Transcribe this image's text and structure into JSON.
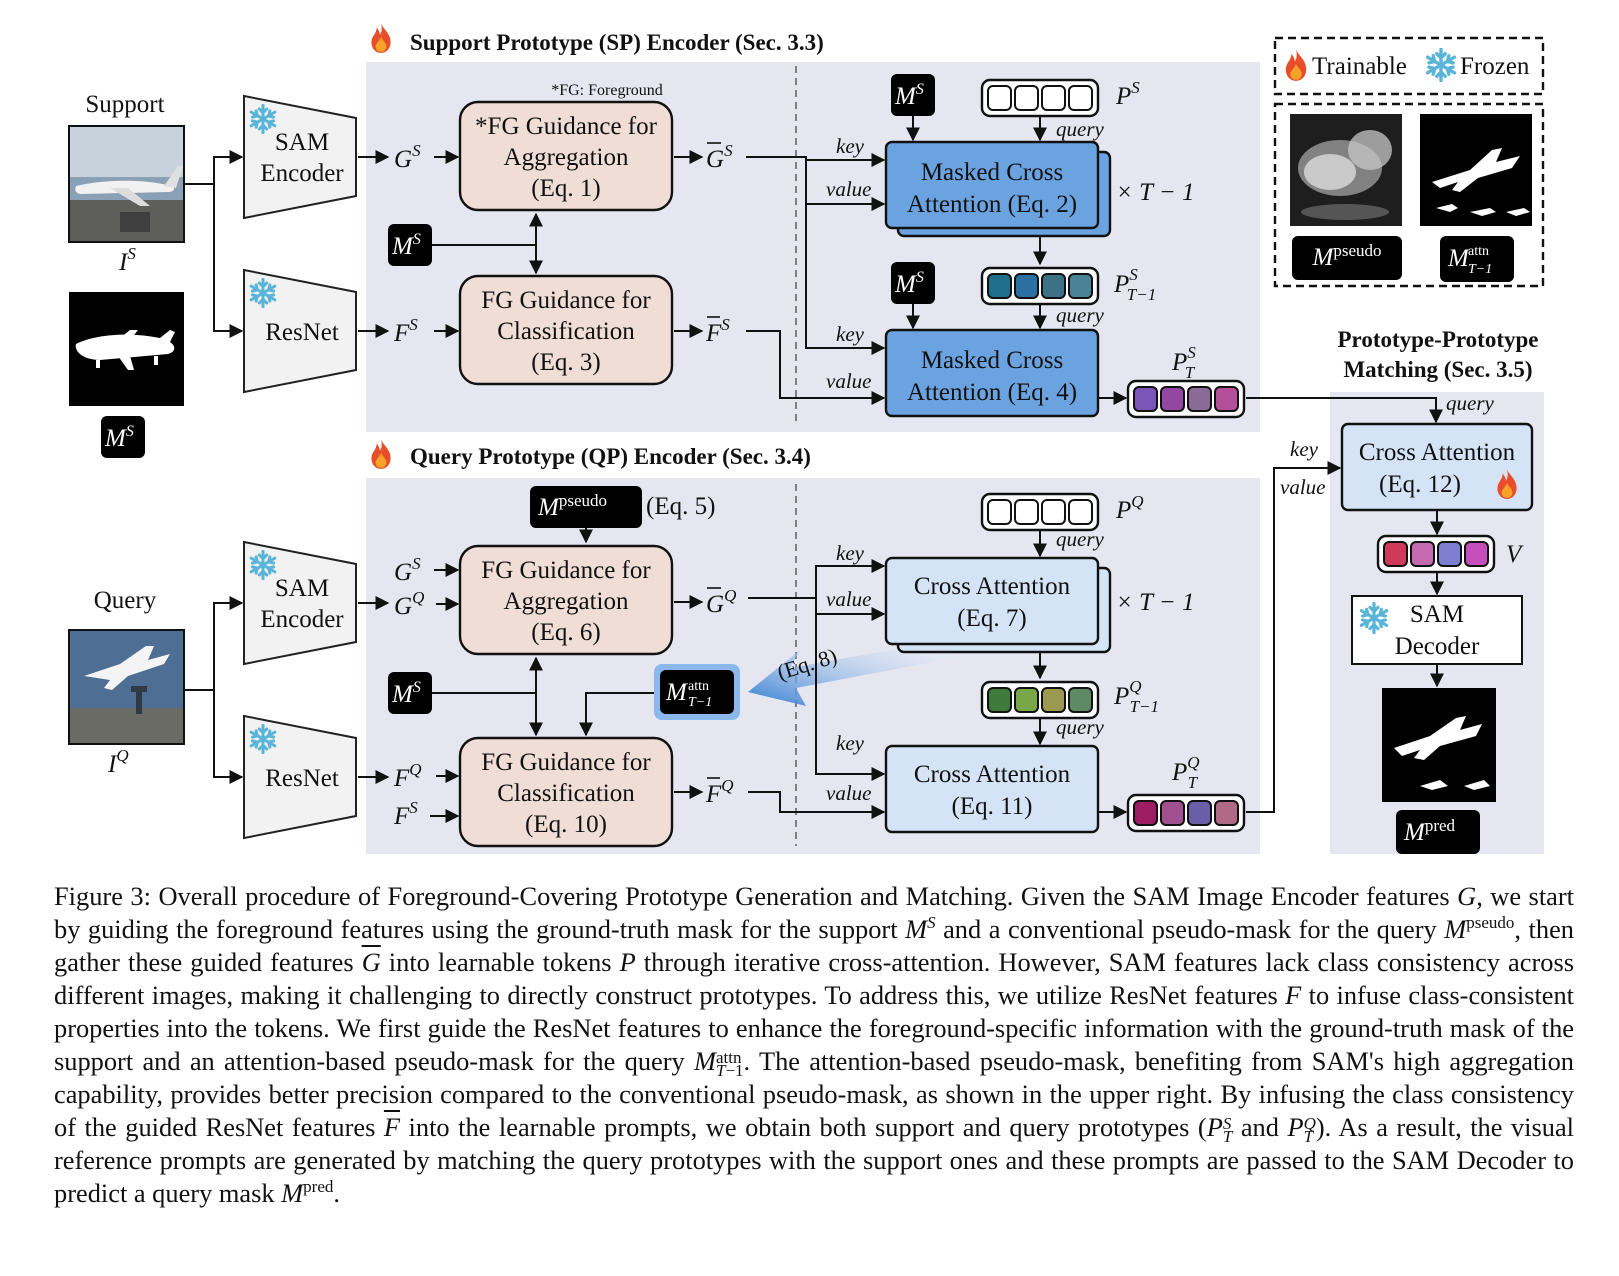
{
  "sp_encoder": {
    "title": "Support Prototype (SP) Encoder (Sec. 3.3)"
  },
  "qp_encoder": {
    "title": "Query Prototype (QP) Encoder (Sec. 3.4)"
  },
  "matching": {
    "title_line1": "Prototype-Prototype",
    "title_line2": "Matching (Sec. 3.5)"
  },
  "legend": {
    "trainable": "Trainable",
    "frozen": "Frozen"
  },
  "footnote": "*FG: Foreground",
  "labels": {
    "support": "Support",
    "query": "Query",
    "sam_encoder_1": "SAM",
    "sam_encoder_2": "Encoder",
    "resnet": "ResNet",
    "sam_decoder_1": "SAM",
    "sam_decoder_2": "Decoder",
    "key": "key",
    "value": "value",
    "query_arrow": "query",
    "times_t_minus_1": "× T − 1",
    "eq5": "(Eq. 5)",
    "eq8": "(Eq. 8)"
  },
  "boxes": {
    "fg_agg_s": [
      "*FG Guidance for",
      "Aggregation",
      "(Eq. 1)"
    ],
    "fg_cls_s": [
      "FG Guidance for",
      "Classification",
      "(Eq. 3)"
    ],
    "mca_2": [
      "Masked Cross",
      "Attention (Eq. 2)"
    ],
    "mca_4": [
      "Masked Cross",
      "Attention (Eq. 4)"
    ],
    "fg_agg_q": [
      "FG Guidance for",
      "Aggregation",
      "(Eq. 6)"
    ],
    "fg_cls_q": [
      "FG Guidance for",
      "Classification",
      "(Eq. 10)"
    ],
    "ca_7": [
      "Cross Attention",
      "(Eq. 7)"
    ],
    "ca_11": [
      "Cross Attention",
      "(Eq. 11)"
    ],
    "ca_12": [
      "Cross Attention",
      "(Eq. 12)"
    ]
  },
  "token_colors": {
    "learnable": [
      "#ffffff",
      "#ffffff",
      "#ffffff",
      "#ffffff"
    ],
    "p_s_t1": [
      "#1f6f8a",
      "#2b6fa3",
      "#3d7286",
      "#4a8297"
    ],
    "p_s_t": [
      "#7b55b8",
      "#9247a0",
      "#8a6a96",
      "#b44f9a"
    ],
    "p_q_t1": [
      "#3f7a3a",
      "#7aa64a",
      "#9a9a52",
      "#5d8a65"
    ],
    "p_q_t": [
      "#9c1d63",
      "#a0508e",
      "#6a5ea8",
      "#b06a84"
    ],
    "v": [
      "#d03a5a",
      "#c46ab0",
      "#7e7fd0",
      "#c54fba"
    ]
  },
  "colors": {
    "panel": "#e6e6f0",
    "beige_box": "#f0ded6",
    "blue_box": "#6aa3e0",
    "light_blue_box": "#d4e4f6",
    "frozen_icon": "#5ab4d8",
    "flame": "#e94e2a"
  },
  "caption": {
    "label": "Figure 3:",
    "text": "Overall procedure of Foreground-Covering Prototype Generation and Matching. Given the SAM Image Encoder features G, we start by guiding the foreground features using the ground-truth mask for the support M^S and a conventional pseudo-mask for the query M^pseudo, then gather these guided features Ḡ into learnable tokens P through iterative cross-attention. However, SAM features lack class consistency across different images, making it challenging to directly construct prototypes. To address this, we utilize ResNet features F to infuse class-consistent properties into the tokens. We first guide the ResNet features to enhance the foreground-specific information with the ground-truth mask of the support and an attention-based pseudo-mask for the query M^attn_{T−1}. The attention-based pseudo-mask, benefiting from SAM's high aggregation capability, provides better precision compared to the conventional pseudo-mask, as shown in the upper right. By infusing the class consistency of the guided ResNet features F̄ into the learnable prompts, we obtain both support and query prototypes (P^S_T and P^Q_T). As a result, the visual reference prompts are generated by matching the query prototypes with the support ones and these prompts are passed to the SAM Decoder to predict a query mask M^pred.",
    "seg": {
      "s1": "Overall procedure of Foreground-Covering Prototype Generation and Matching. Given the SAM Image Encoder features ",
      "s2": ", we start by guiding the foreground features using the ground-truth mask for the support ",
      "s3": " and a conventional pseudo-mask for the query ",
      "s4": ", then gather these guided features ",
      "s5": " into learnable tokens ",
      "s6": " through iterative cross-attention. However, SAM features lack class consistency across different images, making it challenging to directly construct prototypes. To address this, we utilize ResNet features ",
      "s7": " to infuse class-consistent properties into the tokens. We first guide the ResNet features to enhance the foreground-specific information with the ground-truth mask of the support and an attention-based pseudo-mask for the query ",
      "s8": ". The attention-based pseudo-mask, benefiting from SAM's high aggregation capability, provides better precision compared to the conventional pseudo-mask, as shown in the upper right. By infusing the class consistency of the guided ResNet features ",
      "s9": " into the learnable prompts, we obtain both support and query prototypes (",
      "s10": " and ",
      "s11": "). As a result, the visual reference prompts are generated by matching the query prototypes with the support ones and these prompts are passed to the SAM Decoder to predict a query mask ",
      "s12": "."
    }
  }
}
